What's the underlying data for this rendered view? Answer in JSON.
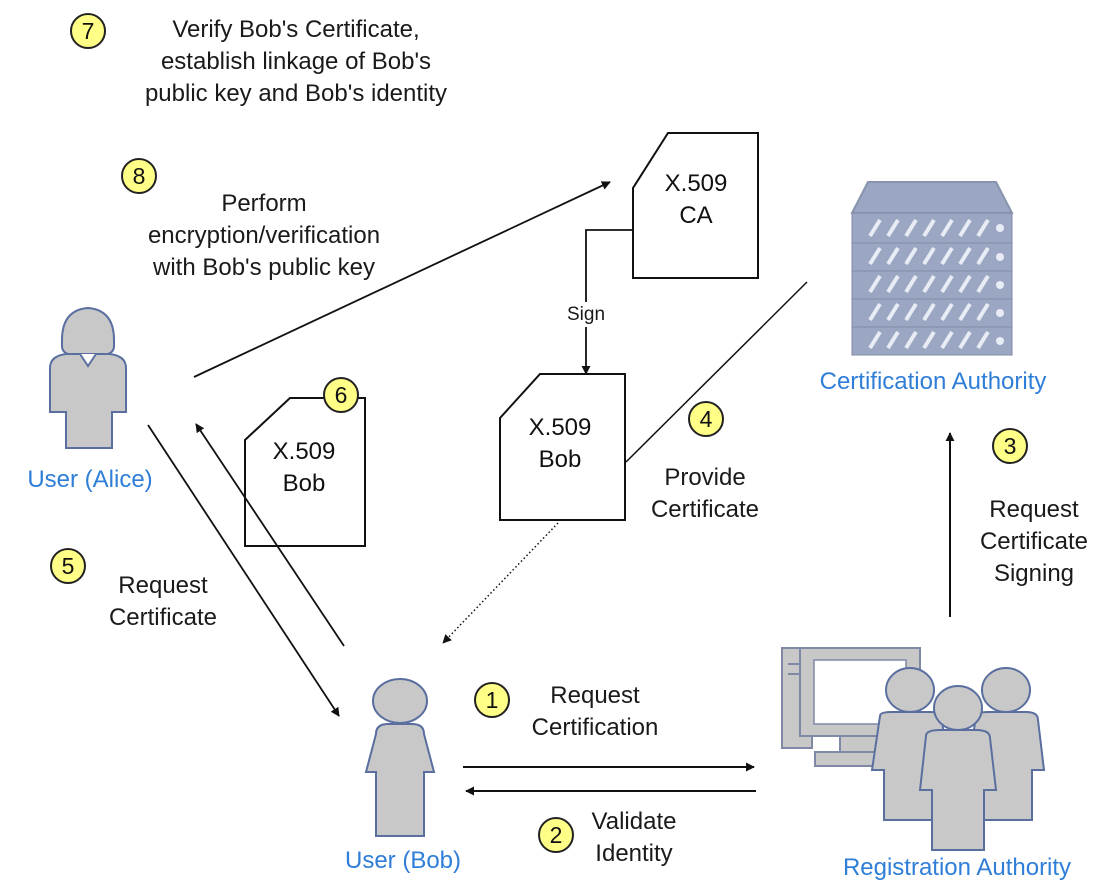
{
  "steps": {
    "s1": {
      "badge": "1",
      "text": "Request\nCertification"
    },
    "s2": {
      "badge": "2",
      "text": "Validate\nIdentity"
    },
    "s3": {
      "badge": "3",
      "text": "Request\nCertificate\nSigning"
    },
    "s4": {
      "badge": "4",
      "text": "Provide\nCertificate"
    },
    "s5": {
      "badge": "5",
      "text": "Request\nCertificate"
    },
    "s6": {
      "badge": "6"
    },
    "s7": {
      "badge": "7",
      "text": "Verify Bob's Certificate,\nestablish linkage of Bob's\npublic key and Bob's identity"
    },
    "s8": {
      "badge": "8",
      "text": "Perform\nencryption/verification\nwith Bob's public key"
    }
  },
  "sign_label": "Sign",
  "actors": {
    "alice": "User (Alice)",
    "bob": "User (Bob)",
    "ca": "Certification Authority",
    "ra": "Registration Authority"
  },
  "documents": {
    "ca_cert": "X.509\nCA",
    "bob_cert": "X.509\nBob",
    "bob_cert_alice": "X.509\nBob"
  },
  "colors": {
    "actor_fill": "#c8c8c8",
    "actor_stroke": "#5a6fa0",
    "server_fill": "#9aa6c2",
    "label_blue": "#2f7ed8",
    "badge_fill": "#ffff88"
  }
}
